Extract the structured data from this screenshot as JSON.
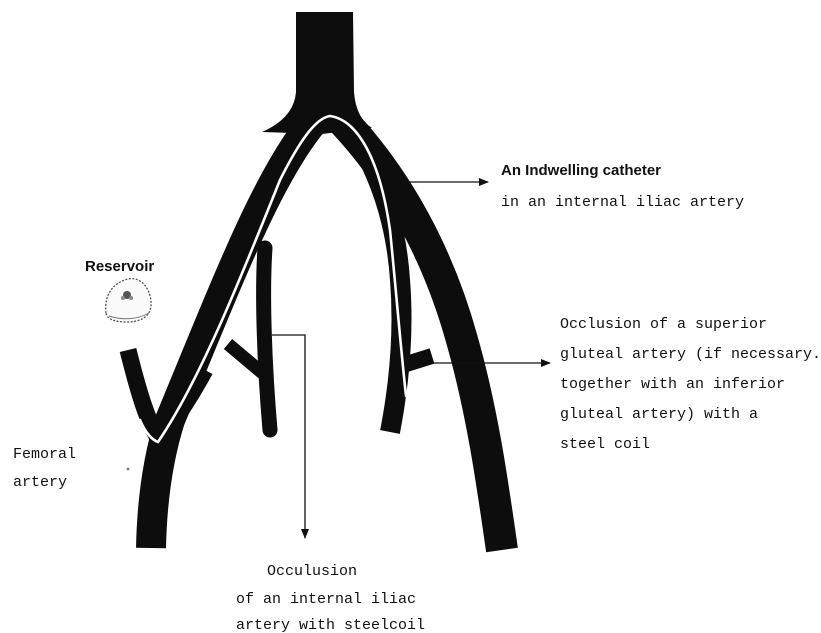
{
  "labels": {
    "catheter": [
      "An Indwelling catheter",
      "in an internal iliac artery"
    ],
    "reservoir": "Reservoir",
    "superior_gluteal": [
      "Occlusion of a superior",
      "gluteal artery (if necessary.",
      "together with an inferior",
      "gluteal artery) with a",
      "steel coil"
    ],
    "femoral": [
      "Femoral",
      "artery"
    ],
    "internal_iliac_occlusion": [
      "Occulusion",
      "of an internal iliac",
      "artery with steelcoil"
    ]
  },
  "colors": {
    "vessel": "#0d0d0d",
    "catheter": "#ffffff",
    "text": "#111111",
    "reservoir_outline": "#555555"
  }
}
